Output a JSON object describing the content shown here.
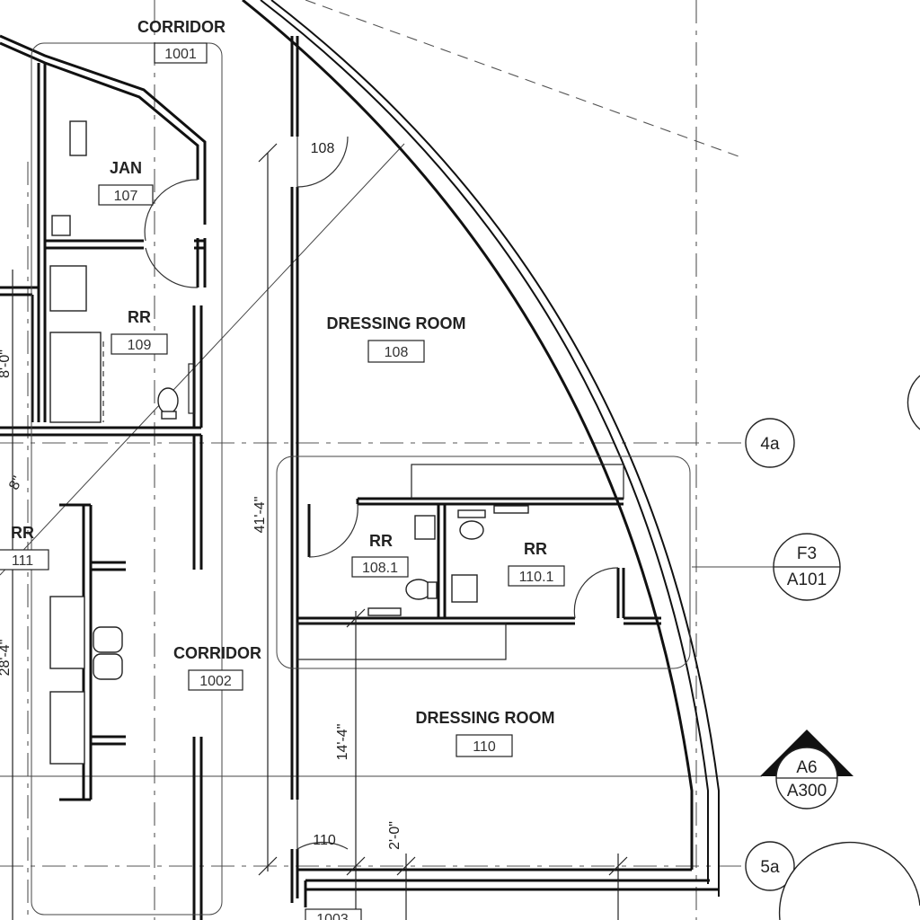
{
  "rooms": {
    "corridor_1001": {
      "name": "CORRIDOR",
      "number": "1001"
    },
    "jan_107": {
      "name": "JAN",
      "number": "107"
    },
    "rr_109": {
      "name": "RR",
      "number": "109"
    },
    "rr_111": {
      "name": "RR",
      "number": "111"
    },
    "corridor_1002": {
      "name": "CORRIDOR",
      "number": "1002"
    },
    "dressing_108": {
      "name": "DRESSING ROOM",
      "number": "108"
    },
    "rr_108_1": {
      "name": "RR",
      "number": "108.1"
    },
    "rr_110_1": {
      "name": "RR",
      "number": "110.1"
    },
    "dressing_110": {
      "name": "DRESSING ROOM",
      "number": "110"
    },
    "corridor_1003": {
      "number": "1003"
    }
  },
  "doors": {
    "door_108": "108",
    "door_110": "110"
  },
  "dimensions": {
    "overall": "41'-4\"",
    "lower": "14'-4\"",
    "door_offset": "2'-0\"",
    "left_top": "8'-0\"",
    "left_diag": "8\"",
    "left_bottom": "28'-4\""
  },
  "grid_bubbles": {
    "g4a": "4a",
    "g5a": "5a"
  },
  "references": {
    "detail": {
      "id": "F3",
      "sheet": "A101"
    },
    "section": {
      "id": "A6",
      "sheet": "A300"
    }
  }
}
